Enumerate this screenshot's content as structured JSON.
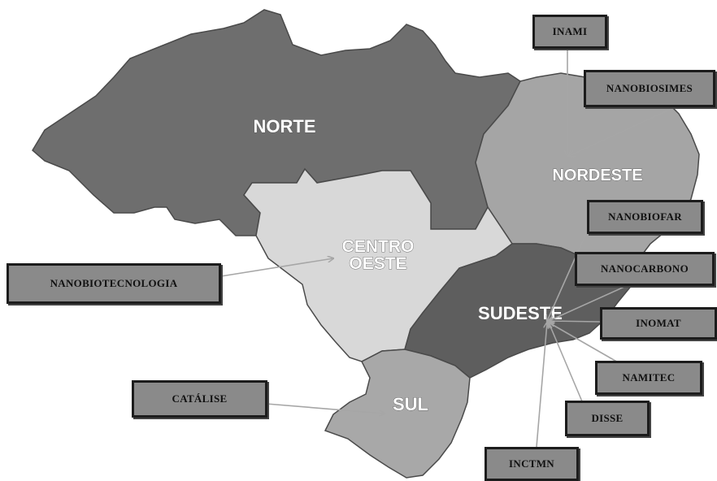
{
  "regions": {
    "norte": "NORTE",
    "nordeste": "NORDESTE",
    "centro_line1": "CENTRO",
    "centro_line2": "OESTE",
    "sudeste": "SUDESTE",
    "sul": "SUL"
  },
  "labels": {
    "inami": "INAMI",
    "nanobiosimes": "NANOBIOSIMES",
    "nanobiofar": "NANOBIOFAR",
    "nanocarbono": "NANOCARBONO",
    "inomat": "INOMAT",
    "namitec": "NAMITEC",
    "disse": "DISSE",
    "inctmn": "INCTMN",
    "nanobiotecnologia": "NANOBIOTECNOLOGIA",
    "catalise": "CATÁLISE"
  },
  "colors": {
    "norte": "#6e6e6e",
    "nordeste": "#a5a5a5",
    "centro_oeste": "#d8d8d8",
    "sudeste": "#5e5e5e",
    "sul": "#a8a8a8",
    "box_fill": "#8a8a8a",
    "box_border": "#1c1c1c",
    "arrow": "#a6a6a6"
  }
}
